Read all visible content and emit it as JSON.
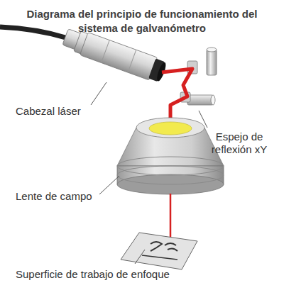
{
  "diagram": {
    "title": "Diagrama del principio de funcionamiento del sistema de galvanómetro",
    "labels": [
      "Cabezal láser",
      "Espejo de reflexión xY",
      "Lente de campo",
      "Superficie de trabajo de enfoque"
    ]
  }
}
